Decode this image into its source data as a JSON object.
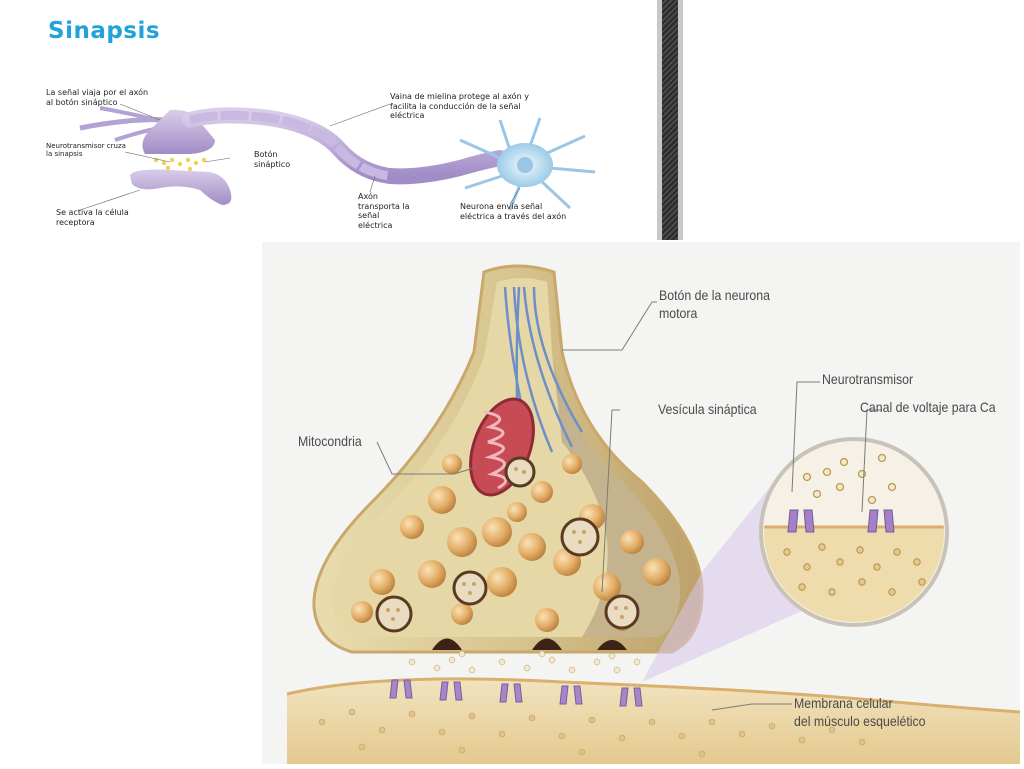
{
  "title": "Sinapsis",
  "top_figure": {
    "labels": {
      "signal_travels": "La señal viaja por el axón\nal botón sináptico",
      "myelin": "Vaina de mielina protege al axón y\nfacilita la conducción de la señal\neléctrica",
      "neurotransmitter_crosses": "Neurotransmisor cruza\nla sinapsis",
      "synaptic_button": "Botón\nsináptico",
      "receptor_cell": "Se activa la célula\nreceptora",
      "axon": "Axón\ntransporta la\nseñal\neléctrica",
      "neuron_sends": "Neurona envía señal\neléctrica a través del axón"
    }
  },
  "main_figure": {
    "labels": {
      "motor_button": "Botón de la neurona\nmotora",
      "neurotransmitter": "Neurotransmisor",
      "calcium_channel": "Canal de voltaje para Ca",
      "synaptic_vesicle": "Vesícula sináptica",
      "mitochondria": "Mitocondria",
      "membrane": "Membrana celular\ndel músculo esquelético"
    }
  },
  "colors": {
    "title": "#1fa3d8",
    "axon": "#b9a6d8",
    "terminal_fill": "#d7c89a",
    "terminal_edge": "#c9a86b",
    "vesicle": "#e2b06c",
    "mitochondria": "#b8444c",
    "receptor": "#9a7cb8",
    "muscle": "#ead7ad"
  }
}
